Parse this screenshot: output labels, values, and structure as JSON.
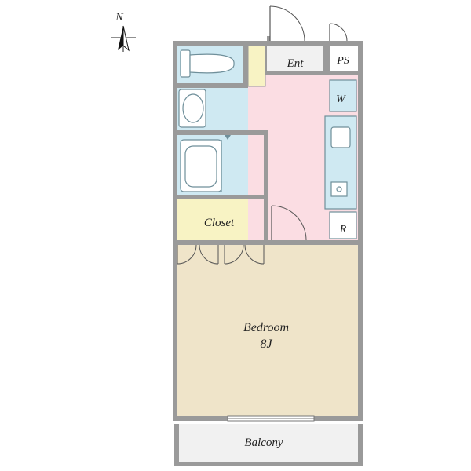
{
  "compass": {
    "letter": "N"
  },
  "rooms": {
    "entrance": {
      "label": "Ent"
    },
    "pipe_space": {
      "label": "PS"
    },
    "washer": {
      "label": "W"
    },
    "refrigerator": {
      "label": "R"
    },
    "closet": {
      "label": "Closet"
    },
    "bedroom": {
      "label": "Bedroom",
      "size": "8J"
    },
    "balcony": {
      "label": "Balcony"
    }
  },
  "colors": {
    "wall": "#9a9a9a",
    "wet_area": "#cfe9f2",
    "hallway": "#fbdde3",
    "closet": "#f8f3c4",
    "bedroom": "#efe4c9",
    "balcony": "#f1f1f1",
    "fixture_stroke": "#6f8f9a"
  }
}
